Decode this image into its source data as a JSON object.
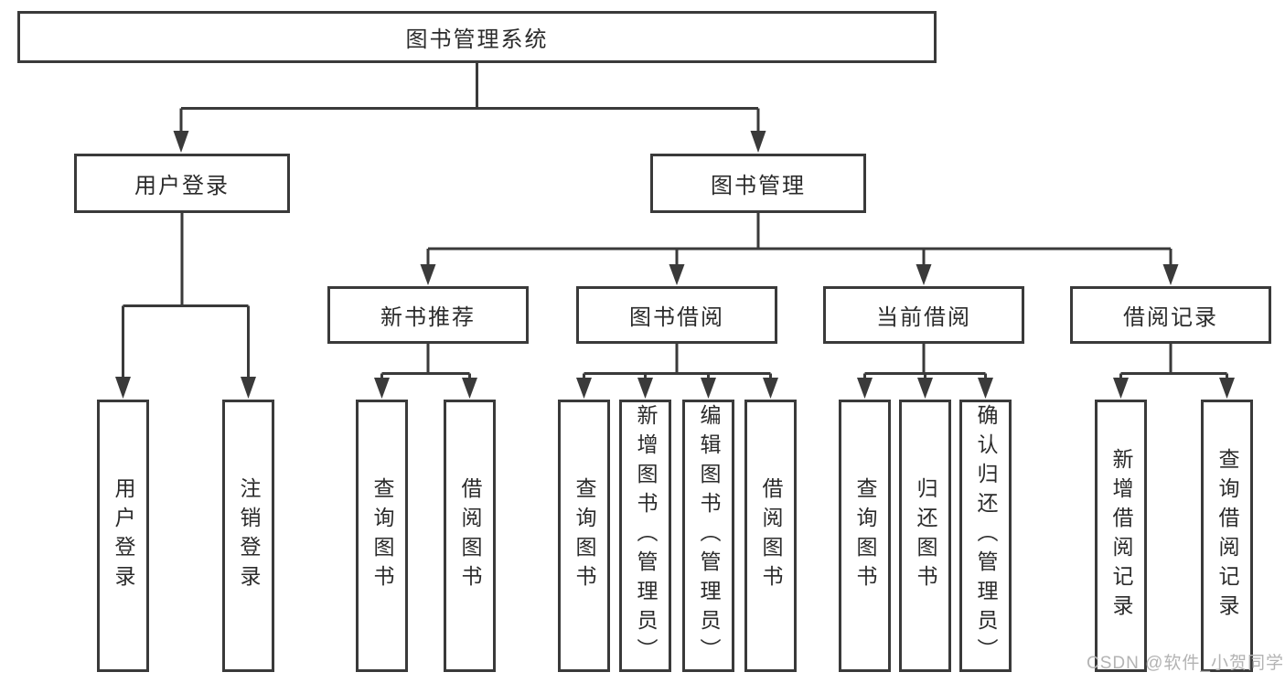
{
  "colors": {
    "line": "#3a3a3a",
    "text": "#2b2b2b",
    "watermark": "#b3b3b3",
    "box_background": "#ffffff",
    "page_background": "#ffffff"
  },
  "watermark": "CSDN @软件_小贺同学",
  "tree": {
    "root": {
      "label": "图书管理系统"
    },
    "branches": [
      {
        "label": "用户登录",
        "children": [
          {
            "label": "用户登录"
          },
          {
            "label": "注销登录"
          }
        ]
      },
      {
        "label": "图书管理",
        "children": [
          {
            "label": "新书推荐",
            "children": [
              {
                "label": "查询图书"
              },
              {
                "label": "借阅图书"
              }
            ]
          },
          {
            "label": "图书借阅",
            "children": [
              {
                "label": "查询图书"
              },
              {
                "label": "新增图书（管理员）"
              },
              {
                "label": "编辑图书（管理员）"
              },
              {
                "label": "借阅图书"
              }
            ]
          },
          {
            "label": "当前借阅",
            "children": [
              {
                "label": "查询图书"
              },
              {
                "label": "归还图书"
              },
              {
                "label": "确认归还（管理员）"
              }
            ]
          },
          {
            "label": "借阅记录",
            "children": [
              {
                "label": "新增借阅记录"
              },
              {
                "label": "查询借阅记录"
              }
            ]
          }
        ]
      }
    ]
  }
}
